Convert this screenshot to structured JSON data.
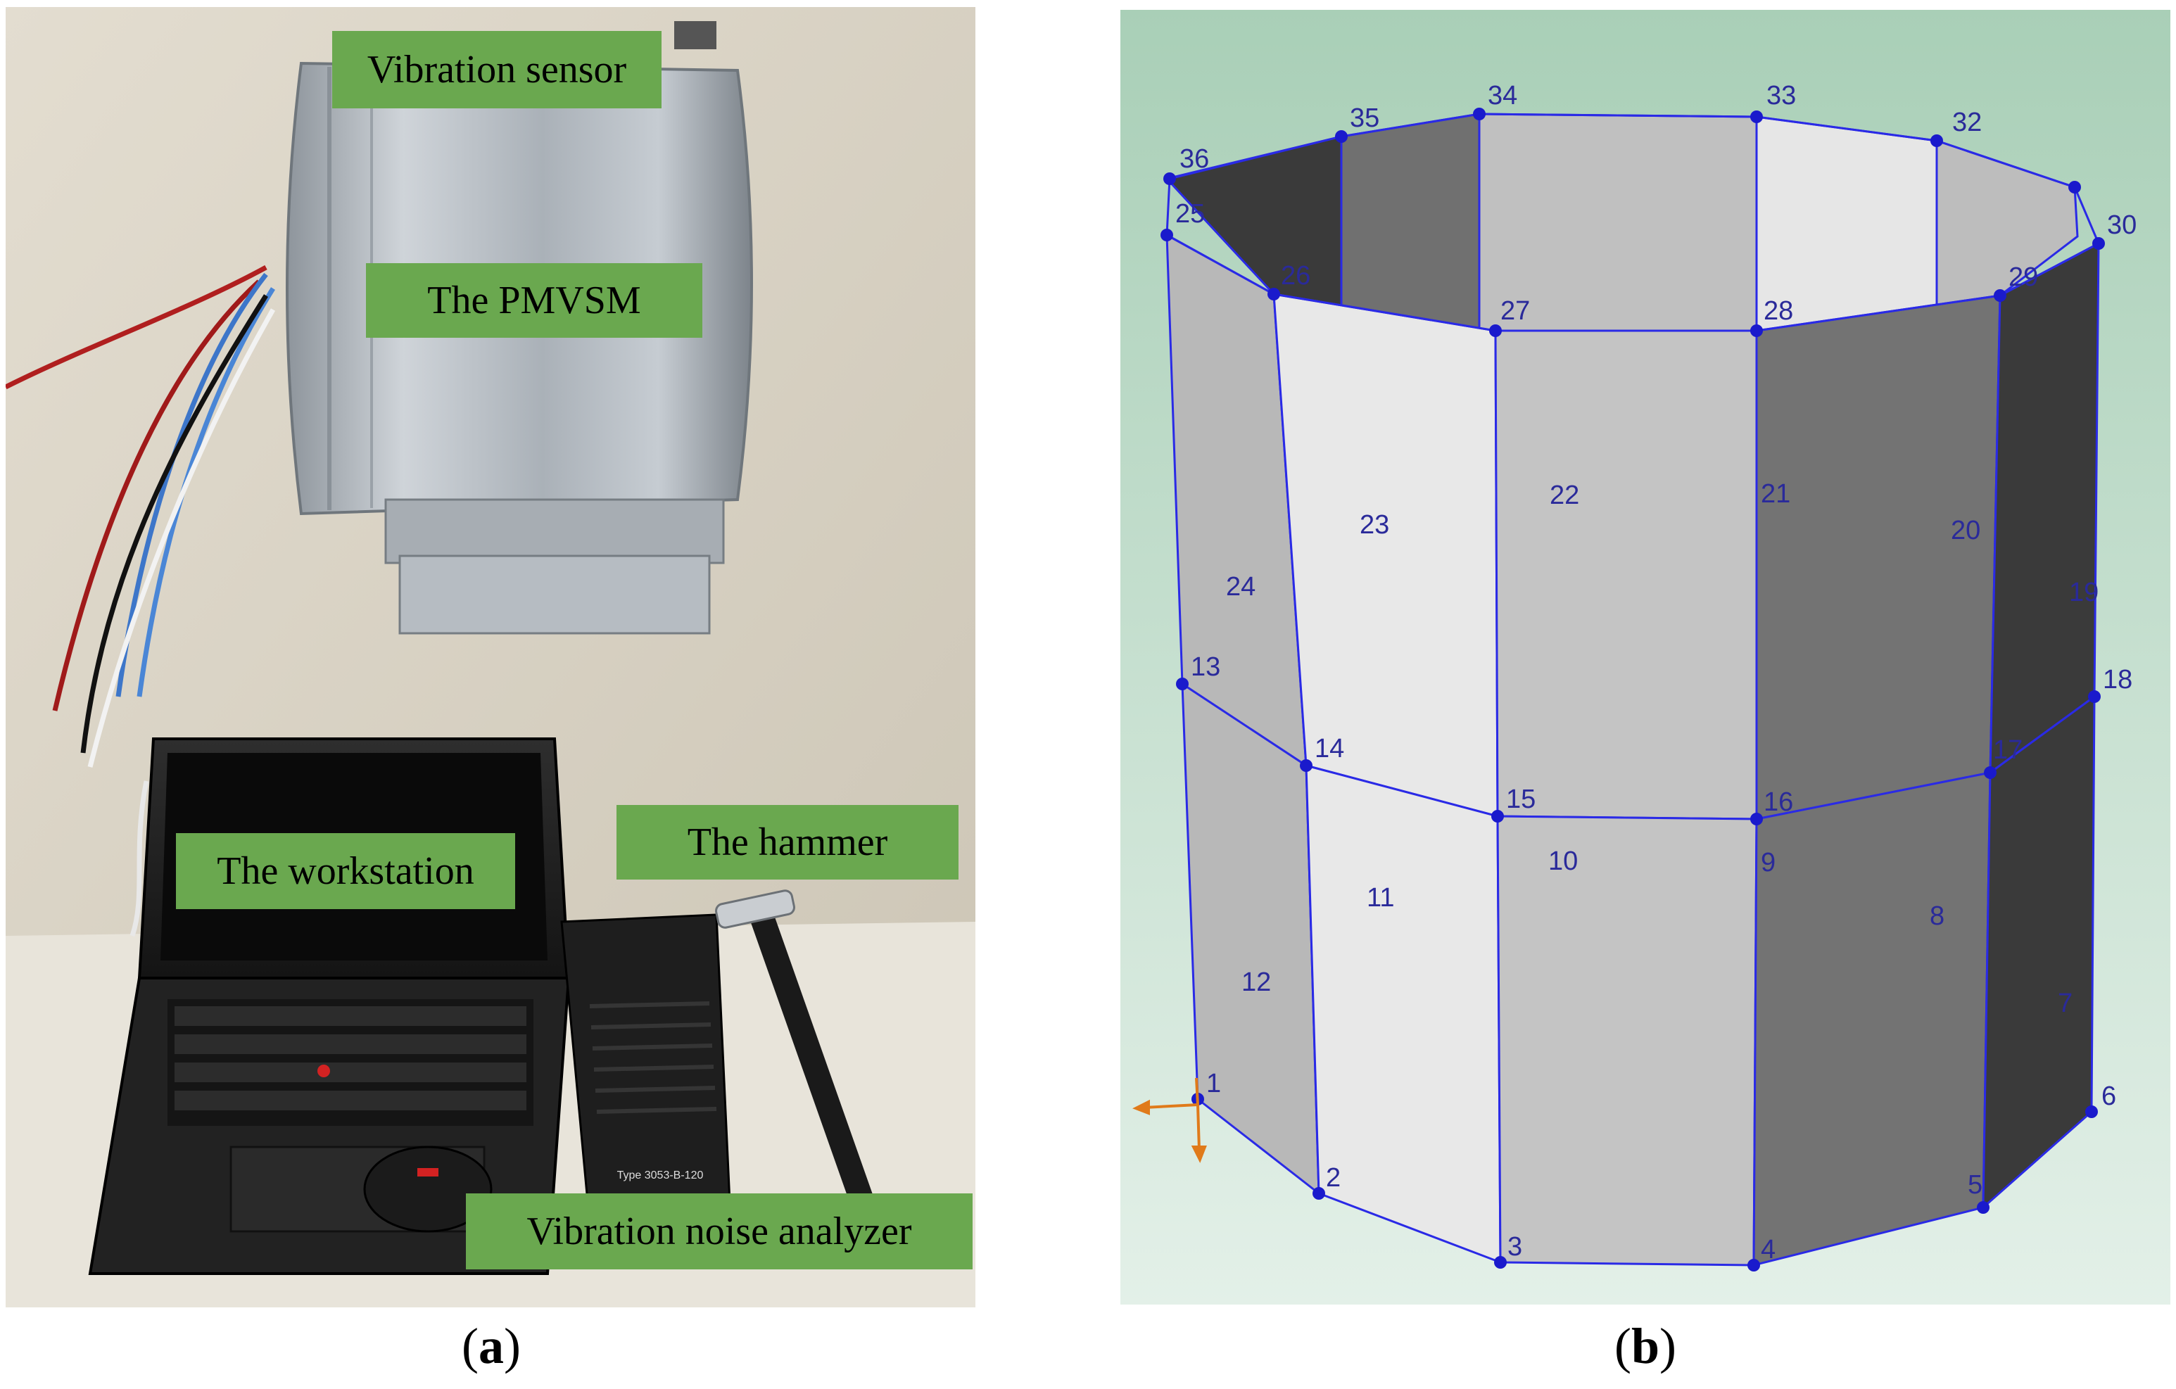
{
  "panel_a": {
    "caption_letter": "a",
    "labels": {
      "vibration_sensor": "Vibration sensor",
      "pmvsm": "The PMVSM",
      "workstation": "The workstation",
      "hammer": "The hammer",
      "analyzer": "Vibration noise analyzer"
    },
    "device_model": "Type 3053-B-120",
    "colors": {
      "label_bg": "#6aa84f",
      "backdrop": "#d8d2c4",
      "aluminum": "#b9bfc6"
    }
  },
  "panel_b": {
    "caption_letter": "b",
    "node_labels": [
      "1",
      "2",
      "3",
      "4",
      "5",
      "6",
      "7",
      "8",
      "9",
      "10",
      "11",
      "12",
      "13",
      "14",
      "15",
      "16",
      "17",
      "18",
      "19",
      "20",
      "21",
      "22",
      "23",
      "24",
      "25",
      "26",
      "27",
      "28",
      "29",
      "30",
      "32",
      "33",
      "34",
      "35",
      "36"
    ],
    "colors": {
      "background": "#c5e0d0",
      "wireframe": "#2a2ae6",
      "node": "#1a1acc",
      "axis": "#e07a1a"
    }
  }
}
